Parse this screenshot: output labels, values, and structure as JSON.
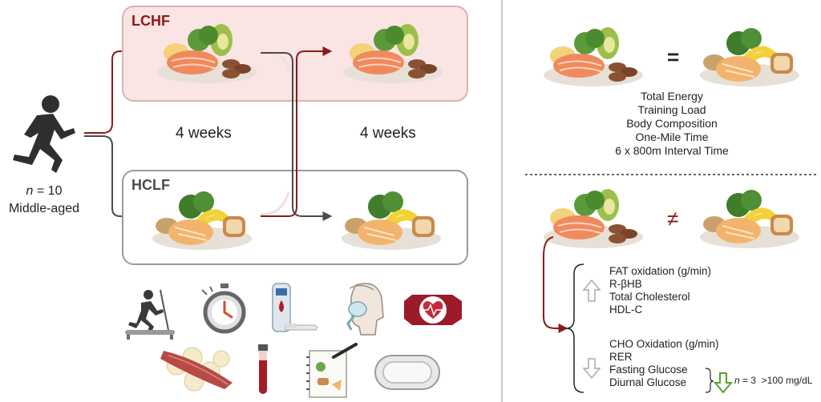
{
  "diagram": {
    "cohort": {
      "n_label": "n",
      "n_value": "= 10",
      "group": "Middle-aged"
    },
    "diets": {
      "lchf": "LCHF",
      "hclf": "HCLF"
    },
    "phases": [
      "4 weeks",
      "4 weeks"
    ],
    "comparison": {
      "equal_symbol": "=",
      "not_equal_symbol": "≠",
      "matched": [
        "Total Energy",
        "Training Load",
        "Body Composition",
        "One-Mile Time",
        "6 x 800m Interval Time"
      ]
    },
    "effects": {
      "increased": [
        "FAT oxidation (g/min)",
        "R-βHB",
        "Total Cholesterol",
        "HDL-C"
      ],
      "decreased": [
        "CHO Oxidation (g/min)",
        "RER",
        "Fasting Glucose",
        "Diurnal Glucose"
      ],
      "subgroup": {
        "n_label": "n",
        "n_value": "= 3",
        "threshold": ">100 mg/dL"
      }
    },
    "icons": [
      "running-person-icon",
      "treadmill-icon",
      "stopwatch-icon",
      "glucose-meter-icon",
      "breathing-mask-icon",
      "heart-rate-monitor-icon",
      "muscle-biopsy-icon",
      "blood-tube-icon",
      "food-diary-icon",
      "glucose-sensor-icon"
    ],
    "colors": {
      "lchf": "#8b1a1a",
      "hclf": "#4a4a4a",
      "lchf_fill": "#fbe4e4",
      "down_arrow": "#5aa02c"
    }
  }
}
